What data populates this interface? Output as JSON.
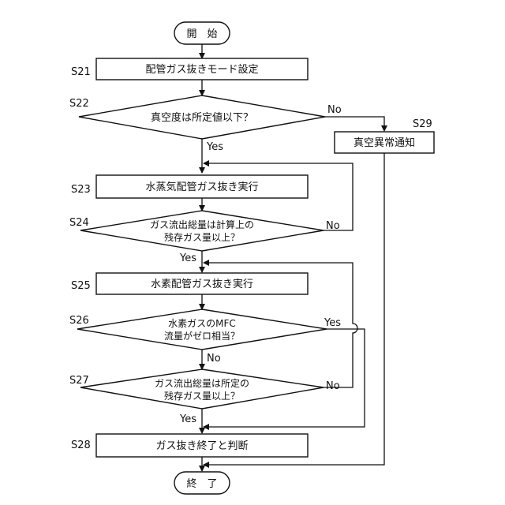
{
  "flowchart": {
    "start": "開　始",
    "end": "終　了",
    "s21": {
      "id": "S21",
      "text": "配管ガス抜きモード設定"
    },
    "s22": {
      "id": "S22",
      "text": "真空度は所定値以下？"
    },
    "s23": {
      "id": "S23",
      "text": "水蒸気配管ガス抜き実行"
    },
    "s24": {
      "id": "S24",
      "line1": "ガス流出総量は計算上の",
      "line2": "残存ガス量以上？"
    },
    "s25": {
      "id": "S25",
      "text": "水素配管ガス抜き実行"
    },
    "s26": {
      "id": "S26",
      "line1": "水素ガスのMFC",
      "line2": "流量がゼロ相当？"
    },
    "s27": {
      "id": "S27",
      "line1": "ガス流出総量は所定の",
      "line2": "残存ガス量以上？"
    },
    "s28": {
      "id": "S28",
      "text": "ガス抜き終了と判断"
    },
    "s29": {
      "id": "S29",
      "text": "真空異常通知"
    },
    "labels": {
      "s22_no": "No",
      "s22_yes": "Yes",
      "s24_no": "No",
      "s24_yes": "Yes",
      "s26_yes": "Yes",
      "s26_no": "No",
      "s27_no": "No",
      "s27_yes": "Yes"
    }
  }
}
